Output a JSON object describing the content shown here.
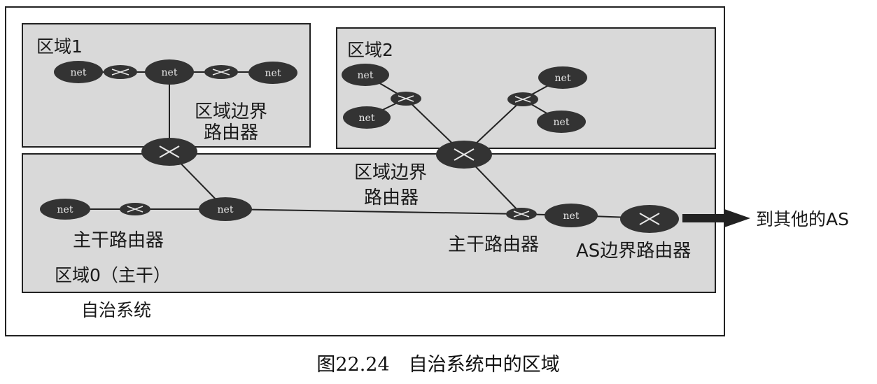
{
  "labels": {
    "area1": "区域1",
    "area2": "区域2",
    "area0": "区域0（主干）",
    "as": "自治系统",
    "abr1": [
      "区域边界",
      "路由器"
    ],
    "abr2": [
      "区域边界",
      "路由器"
    ],
    "backbone1": "主干路由器",
    "backbone2": "主干路由器",
    "asbr": "AS边界路由器",
    "to_other_as": "到其他的AS",
    "net": "net"
  },
  "caption": "图22.24　自治系统中的区域",
  "colors": {
    "area_fill": "#d9d9d9",
    "node_fill": "#333333",
    "border": "#222222",
    "node_text": "#e8e8e8"
  }
}
